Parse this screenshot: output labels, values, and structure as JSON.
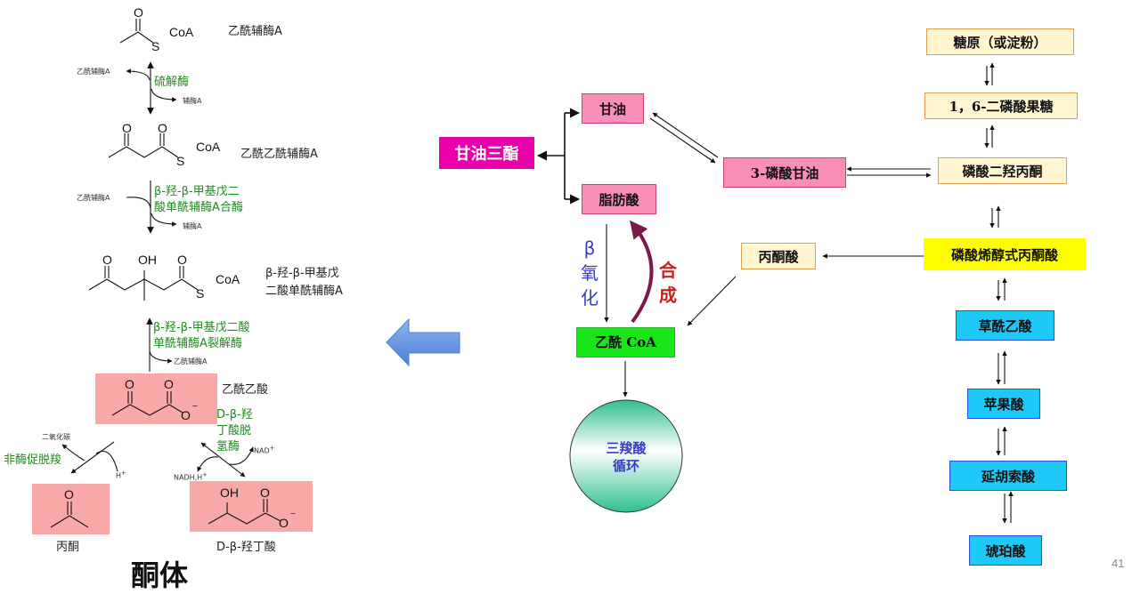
{
  "left_panel": {
    "title": "酮体",
    "compounds": {
      "acetyl_coa": {
        "name": "乙酰辅酶A",
        "group": "CoA",
        "atoms": [
          "O",
          "S"
        ]
      },
      "acetoacetyl_coa": {
        "name": "乙酰乙酰辅酶A",
        "group": "CoA",
        "atoms": [
          "O",
          "O",
          "S"
        ]
      },
      "hmg_coa": {
        "name_line1": "β-羟-β-甲基戊",
        "name_line2": "二酸单酰辅酶A",
        "group": "CoA",
        "atoms": [
          "O",
          "OH",
          "O",
          "S"
        ]
      },
      "acetoacetate": {
        "name": "乙酰乙酸",
        "atoms": [
          "O",
          "O",
          "O",
          "−"
        ]
      },
      "acetone": {
        "name": "丙酮",
        "atoms": [
          "O"
        ]
      },
      "hydroxybutyrate": {
        "name": "D-β-羟丁酸",
        "atoms": [
          "OH",
          "O",
          "O",
          "−"
        ]
      }
    },
    "step1": {
      "enzyme": "硫解酶",
      "input": "乙酰辅酶A",
      "output": "辅酶A"
    },
    "step2": {
      "enzyme_line1": "β-羟-β-甲基戊二",
      "enzyme_line2": "酸单酰辅酶A合酶",
      "input": "乙酰辅酶A",
      "output": "辅酶A"
    },
    "step3": {
      "enzyme_line1": "β-羟-β-甲基戊二酸",
      "enzyme_line2": "单酰辅酶A裂解酶",
      "output": "乙酰辅酶A"
    },
    "step4": {
      "enzyme": "非酶促脱羧",
      "byproduct": "二氧化碳",
      "cofactor": "H",
      "cofactor_sup": "+"
    },
    "step5": {
      "enzyme_line1": "D-β-羟",
      "enzyme_line2": "丁酸脱",
      "enzyme_line3": "氢酶",
      "cofactor_in": "NADH,H",
      "cofactor_in_sup": "+",
      "cofactor_out": "NAD",
      "cofactor_out_sup": "+"
    }
  },
  "nav_arrow": {
    "direction": "left",
    "color": "#5b8fdd"
  },
  "right_panel": {
    "nodes": {
      "triglyceride": "甘油三酯",
      "glycerol": "甘油",
      "fatty_acid": "脂肪酸",
      "glycerol_3p": "3-磷酸甘油",
      "pyruvate": "丙酮酸",
      "acetyl_coa": "乙酰 CoA",
      "tca_line1": "三羧酸",
      "tca_line2": "循环",
      "glycogen": "糖原（或淀粉）",
      "fbp": "1，6-二磷酸果糖",
      "dhap": "磷酸二羟丙酮",
      "pep": "磷酸烯醇式丙酮酸",
      "oxaloacetate": "草酰乙酸",
      "malate": "苹果酸",
      "fumarate": "延胡索酸",
      "succinate": "琥珀酸"
    },
    "beta_oxidation": [
      "β",
      "氧",
      "化"
    ],
    "synthesis": [
      "合",
      "成"
    ],
    "colors": {
      "beta_text": "#3a3ac8",
      "synthesis_text": "#c81e1e",
      "synthesis_arrow": "#7a1a4a"
    }
  },
  "page_number": "41"
}
